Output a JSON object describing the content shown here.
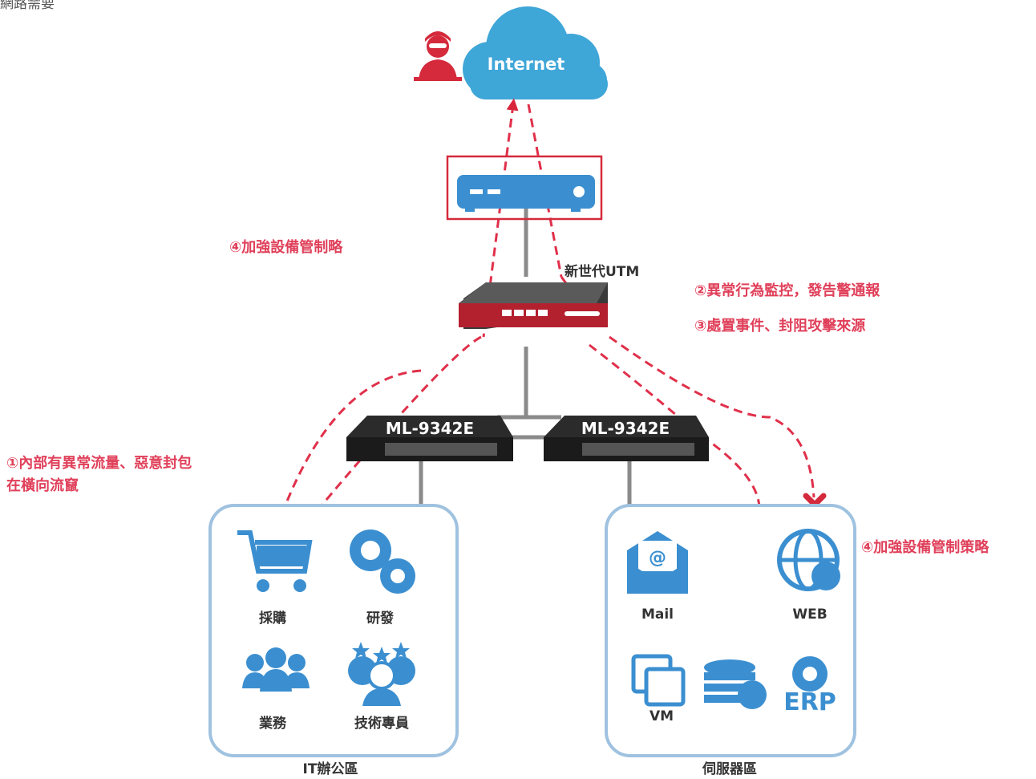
{
  "header_partial": "網路需要",
  "internet": {
    "label": "Internet"
  },
  "utm": {
    "label": "新世代UTM"
  },
  "switches": [
    {
      "label": "ML-9342E"
    },
    {
      "label": "ML-9342E"
    }
  ],
  "annotations": {
    "strengthen_policy_left": "④加強設備管制略",
    "monitor_alert": "②異常行為監控，發告警通報",
    "handle_block": "③處置事件、封阻攻擊來源",
    "lateral_line1": "①內部有異常流量、惡意封包",
    "lateral_line2": "在橫向流竄",
    "strengthen_policy_right": "④加強設備管制策略"
  },
  "it_office": {
    "title": "IT辦公區",
    "items": [
      "採購",
      "研發",
      "業務",
      "技術專員"
    ]
  },
  "server_zone": {
    "title": "伺服器區",
    "items": [
      "Mail",
      "WEB",
      "VM"
    ],
    "erp_label": "ERP"
  },
  "colors": {
    "attack_red": "#e0304a",
    "blue": "#3b8fd0",
    "zone_border": "#9fc2e0",
    "annotation_pink": "#e0405a",
    "cloud": "#3fa6d8"
  }
}
